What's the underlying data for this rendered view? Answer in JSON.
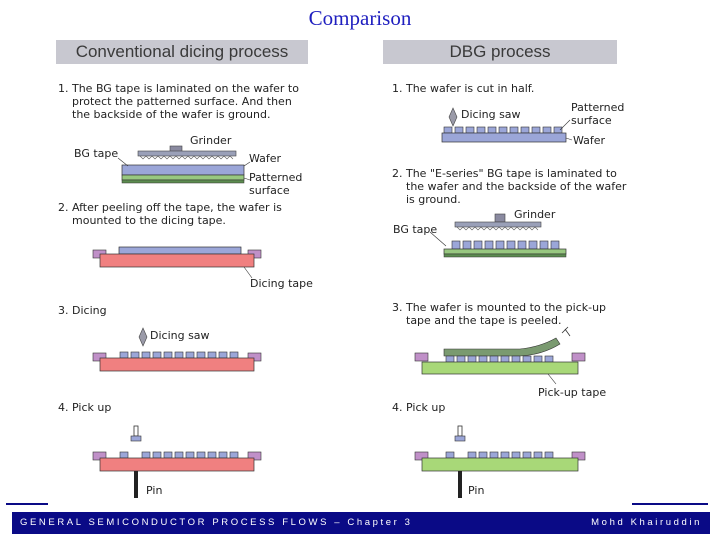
{
  "title": "Comparison",
  "left": {
    "header": "Conventional dicing process",
    "step1": [
      "1. The BG tape is laminated on the wafer to",
      "protect the patterned surface. And then",
      "the backside of the wafer is ground."
    ],
    "grinder": "Grinder",
    "bg_tape": "BG tape",
    "wafer": "Wafer",
    "patterned_surface": [
      "Patterned",
      "surface"
    ],
    "step2": [
      "2. After peeling off the tape, the wafer is",
      "mounted to the dicing tape."
    ],
    "dicing_tape": "Dicing tape",
    "step3": "3. Dicing",
    "dicing_saw": "Dicing saw",
    "step4": "4. Pick up",
    "pin": "Pin"
  },
  "right": {
    "header": "DBG process",
    "step1": "1. The wafer is cut in half.",
    "dicing_saw": "Dicing saw",
    "patterned_surface": [
      "Patterned",
      "surface"
    ],
    "wafer": "Wafer",
    "step2": [
      "2. The \"E-series\" BG tape is laminated to",
      "the wafer and the backside of the wafer",
      "is ground."
    ],
    "grinder": "Grinder",
    "bg_tape": "BG tape",
    "step3": [
      "3. The wafer is mounted to the pick-up",
      "tape and the tape is peeled."
    ],
    "pickup_tape": "Pick-up tape",
    "step4": "4. Pick up",
    "pin": "Pin"
  },
  "footer": {
    "left": "GENERAL SEMICONDUCTOR PROCESS FLOWS – Chapter 3",
    "right": "Mohd Khairuddin"
  },
  "colors": {
    "title": "#1f1fbf",
    "footer_bg": "#0a0a86",
    "dicing_tape": "#f08080",
    "pickup_tape": "#a8d878",
    "wafer": "#9ba6d8",
    "ring": "#c090c8"
  }
}
